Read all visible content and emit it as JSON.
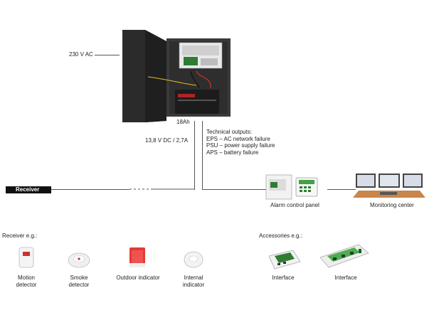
{
  "labels": {
    "ac_input": "230 V AC",
    "battery": "18Ah",
    "dc_output": "13,8 V DC / 2,7A",
    "receiver": "Receiver",
    "alarm_panel": "Alarm control panel",
    "monitoring": "Monitoring center",
    "receiver_eg": "Receiver e.g.:",
    "accessories_eg": "Accessories e.g.:"
  },
  "technical_outputs": {
    "title": "Technical outputs:",
    "lines": [
      "EPS – AC network failure",
      "PSU – power supply failure",
      "APS – battery failure"
    ]
  },
  "receivers": [
    {
      "line1": "Motion",
      "line2": "detector"
    },
    {
      "line1": "Smoke",
      "line2": "detector"
    },
    {
      "line1": "Outdoor indicator",
      "line2": ""
    },
    {
      "line1": "Internal",
      "line2": "indicator"
    }
  ],
  "accessories": [
    {
      "label": "Interface"
    },
    {
      "label": "Interface"
    }
  ],
  "colors": {
    "enclosure": "#2b2b2b",
    "line": "#555555",
    "receiver_bar": "#111111",
    "battery": "#1c1c1c",
    "battery_label": "#b22222",
    "pcb_green": "#2e7d32"
  }
}
